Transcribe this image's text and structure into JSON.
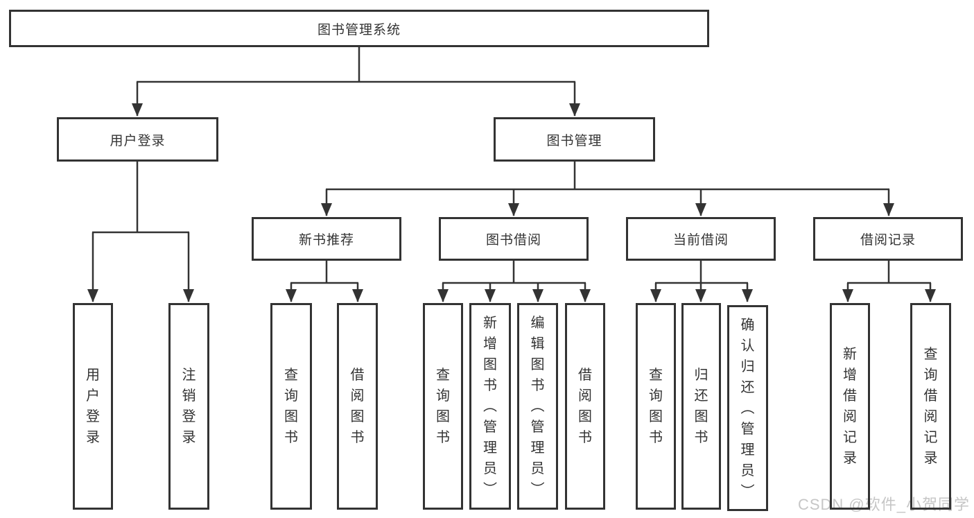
{
  "diagram": {
    "root": {
      "label": "图书管理系统",
      "children": [
        {
          "label": "用户登录",
          "children": [
            {
              "label": "用户登录"
            },
            {
              "label": "注销登录"
            }
          ]
        },
        {
          "label": "图书管理",
          "children": [
            {
              "label": "新书推荐",
              "children": [
                {
                  "label": "查询图书"
                },
                {
                  "label": "借阅图书"
                }
              ]
            },
            {
              "label": "图书借阅",
              "children": [
                {
                  "label": "查询图书"
                },
                {
                  "label": "新增图书（管理员）"
                },
                {
                  "label": "编辑图书（管理员）"
                },
                {
                  "label": "借阅图书"
                }
              ]
            },
            {
              "label": "当前借阅",
              "children": [
                {
                  "label": "查询图书"
                },
                {
                  "label": "归还图书"
                },
                {
                  "label": "确认归还（管理员）"
                }
              ]
            },
            {
              "label": "借阅记录",
              "children": [
                {
                  "label": "新增借阅记录"
                },
                {
                  "label": "查询借阅记录"
                }
              ]
            }
          ]
        }
      ]
    },
    "watermark": "CSDN @软件_小贺同学",
    "colors": {
      "line": "#333333",
      "text": "#333333",
      "watermark": "#c6c6c6",
      "background": "#ffffff"
    }
  }
}
